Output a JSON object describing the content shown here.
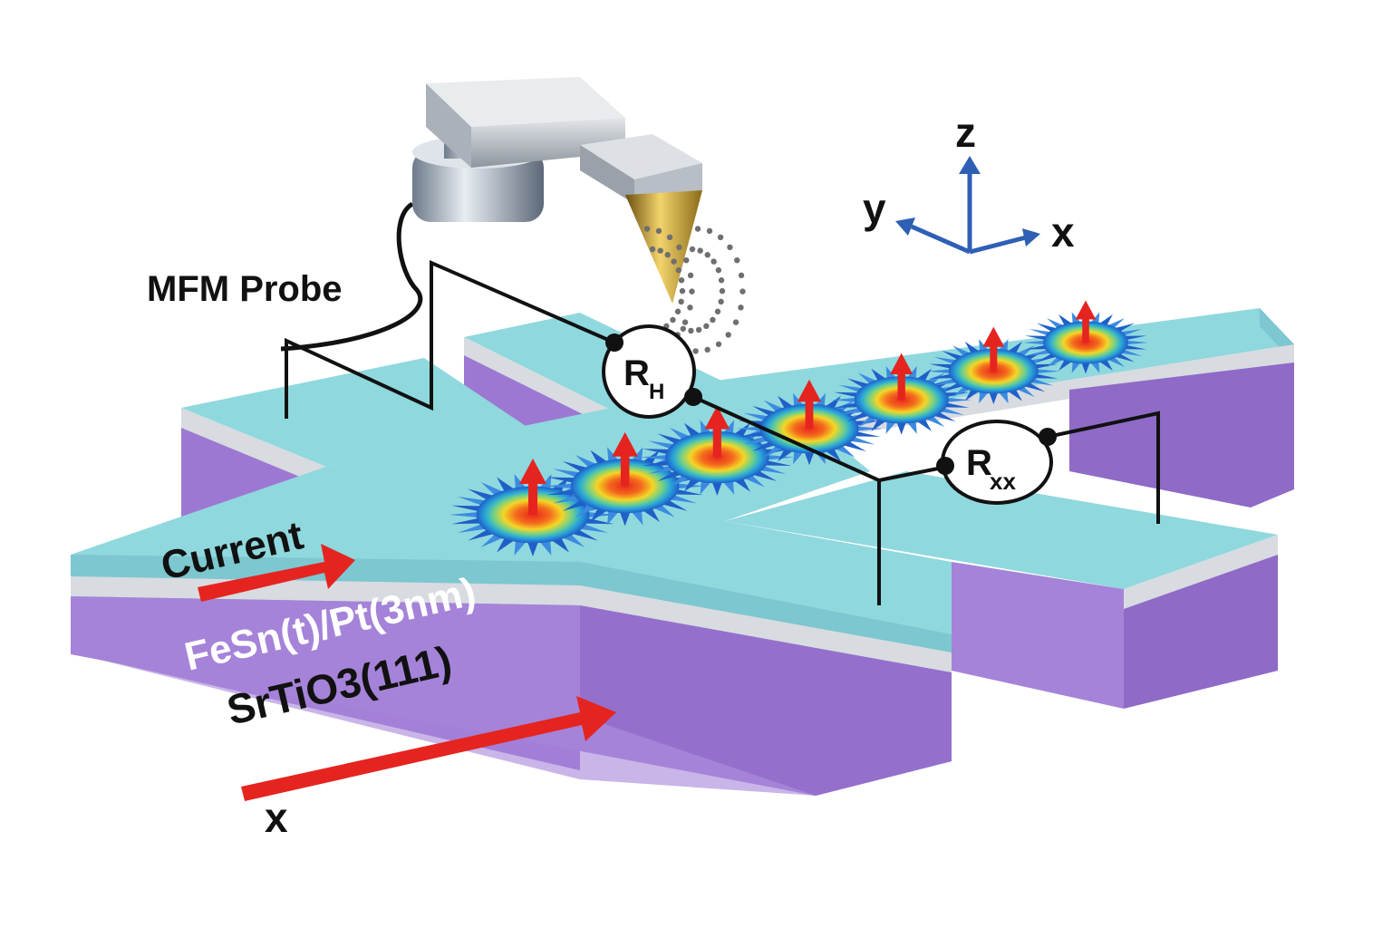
{
  "labels": {
    "probe": "MFM Probe",
    "current": "Current",
    "layer_film": "FeSn(t)/Pt(3nm)",
    "substrate": "SrTiO3(111)",
    "x_arrow": "x",
    "hall_R": "R",
    "hall_sub": "H",
    "long_R": "R",
    "long_sub": "xx"
  },
  "axes": {
    "z": "z",
    "y": "y",
    "x": "x"
  },
  "colors": {
    "film_top": "#8fd8de",
    "film_side": "#7cc7d0",
    "pt_layer": "#d8dbe0",
    "substrate_front": "#a583d9",
    "substrate_side": "#8f6ac6",
    "arrow_red": "#e52420",
    "axis_blue": "#2f5fb5",
    "wire": "#111111"
  },
  "skyrmion_count": 7
}
